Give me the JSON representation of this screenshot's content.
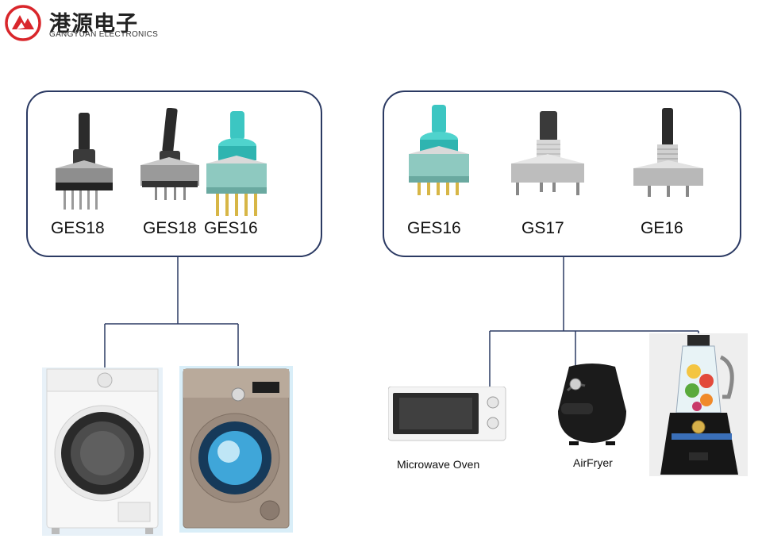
{
  "brand": {
    "name_cn": "港源电子",
    "name_en": "GANGYUAN ELECTRONICS",
    "colors": {
      "logo": "#d9262b",
      "line": "#2b3a63"
    }
  },
  "groups": [
    {
      "id": "left",
      "models": [
        "GES18",
        "GES18",
        "GES16"
      ],
      "applications": [
        "",
        ""
      ]
    },
    {
      "id": "right",
      "models": [
        "GES16",
        "GS17",
        "GE16"
      ],
      "applications": [
        "Microwave Oven",
        "AirFryer",
        ""
      ]
    }
  ],
  "icons": {
    "encoder": "rotary-encoder-icon",
    "washer": "washing-machine-icon",
    "microwave": "microwave-oven-icon",
    "airfryer": "air-fryer-icon",
    "blender": "blender-icon"
  }
}
